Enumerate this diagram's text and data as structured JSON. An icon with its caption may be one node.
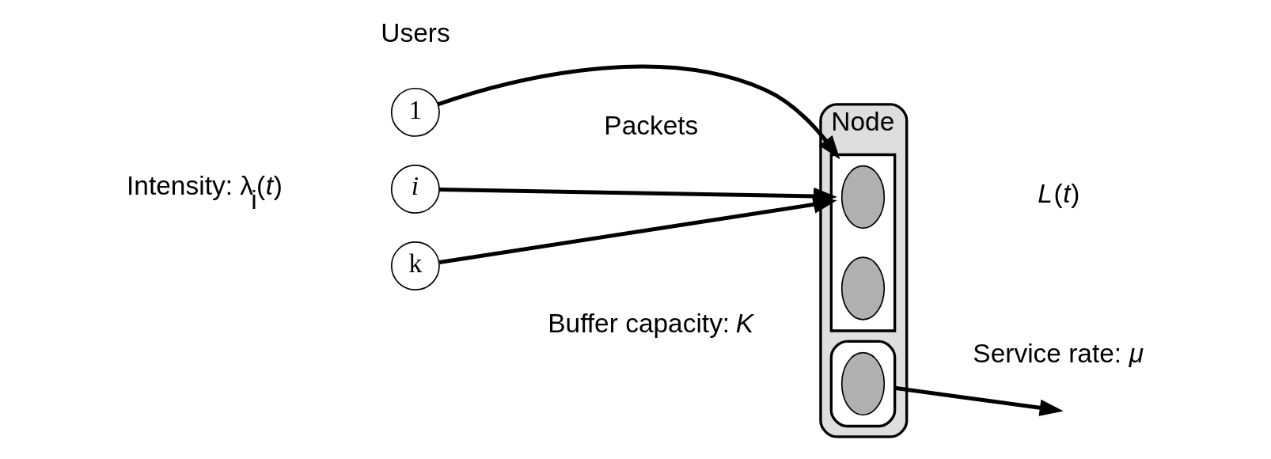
{
  "diagram": {
    "nodes": [
      {
        "text": [
          "1"
        ]
      },
      {
        "text": [
          "*i*"
        ]
      },
      {
        "text": [
          "k"
        ]
      },
      {
        "text": [
          "Node"
        ]
      },
      {
        "text": [],
        "shape": "box",
        "in": 3
      },
      {
        "text": [],
        "shape": "ellipse",
        "in": 4
      },
      {
        "text": [],
        "shape": "ellipse",
        "in": 4
      },
      {
        "text": [],
        "shape": "box",
        "in": 3
      },
      {
        "text": [],
        "shape": "ellipse",
        "in": 7
      }
    ],
    "edges": [
      {
        "from": 0,
        "to": 4,
        "arrow": "to"
      },
      {
        "from": 1,
        "to": 4,
        "arrow": "to"
      },
      {
        "from": 2,
        "to": 4,
        "arrow": "to"
      },
      {
        "from": 7,
        "to": null,
        "arrow": "to"
      }
    ],
    "labels": [
      "Users",
      "Packets",
      "Intensity: λ$_{i}$(*t*)",
      "Buffer capacity: *K*",
      "Service rate: *μ*",
      "*L*(*t*)"
    ]
  }
}
